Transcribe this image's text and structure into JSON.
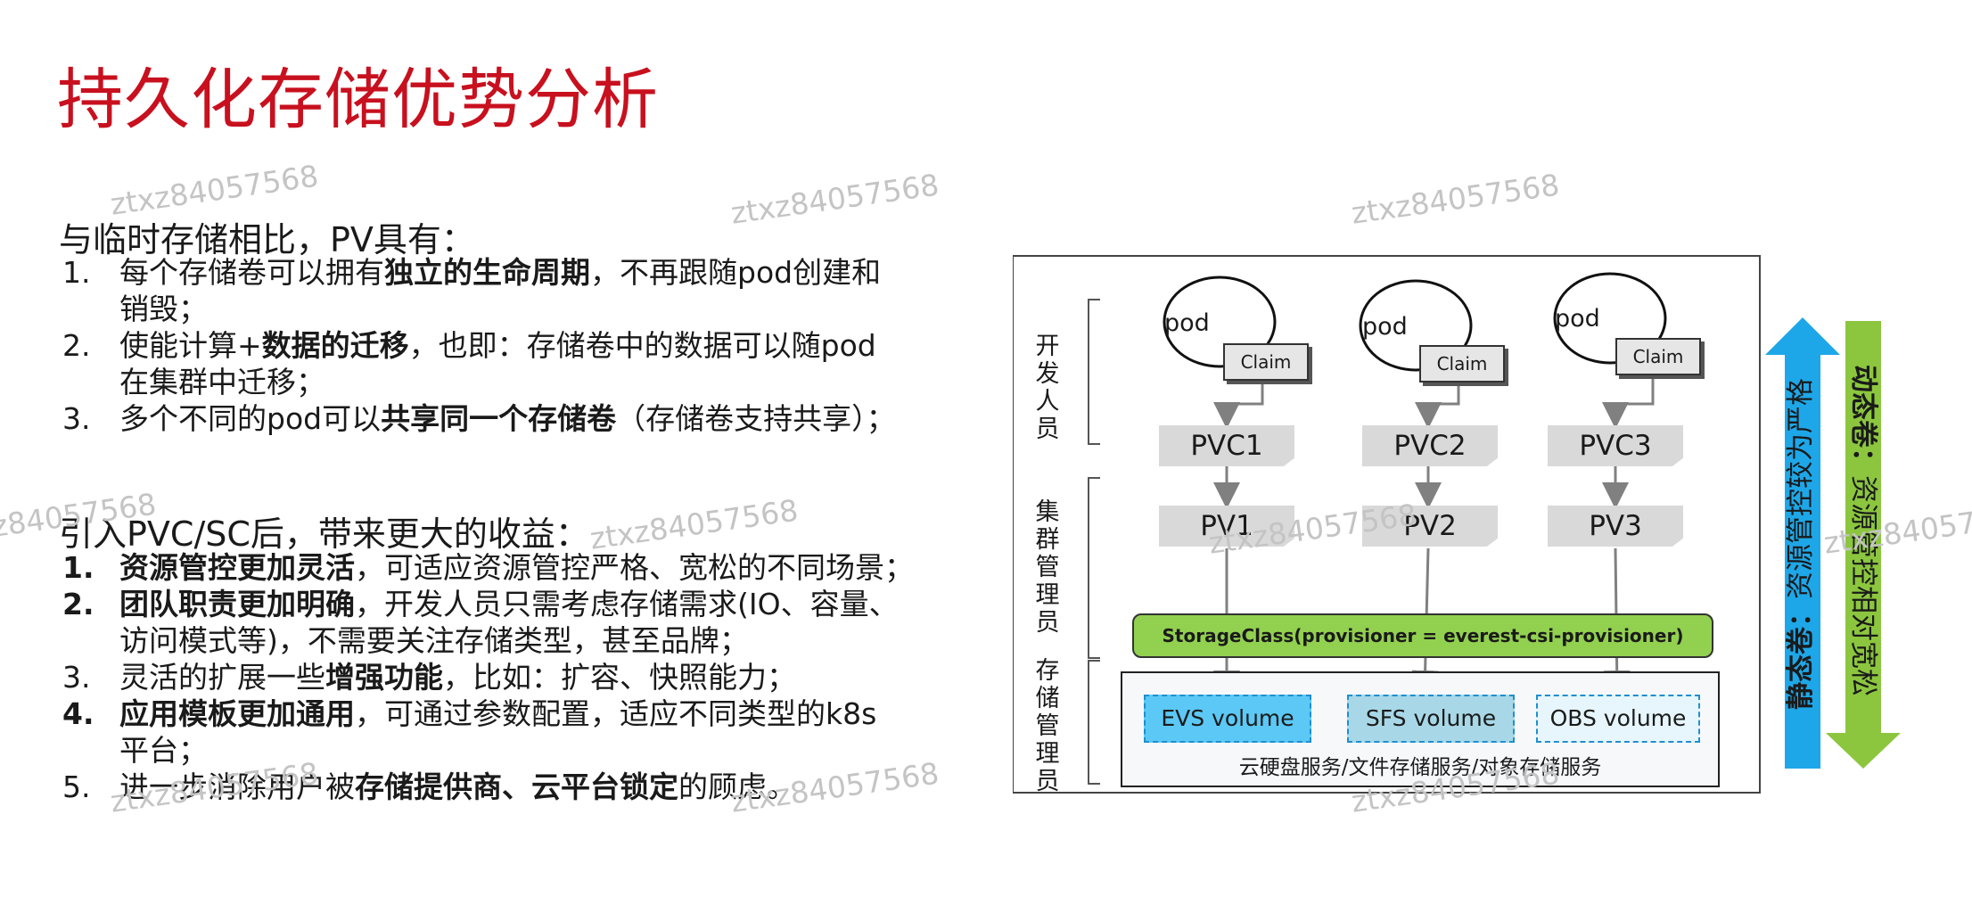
{
  "title": "持久化存储优势分析",
  "watermark": "ztxz84057568",
  "intro1": "与临时存储相比，PV具有：",
  "list1": [
    {
      "num": "1.",
      "pre": "每个存储卷可以拥有",
      "bold": "独立的生命周期",
      "post": "，不再跟随pod创建和",
      "line2": "销毁；"
    },
    {
      "num": "2.",
      "pre": "使能计算+",
      "bold": "数据的迁移",
      "post": "，也即：存储卷中的数据可以随pod",
      "line2": "在集群中迁移；"
    },
    {
      "num": "3.",
      "pre": "多个不同的pod可以",
      "bold": "共享同一个存储卷",
      "post": "（存储卷支持共享）；",
      "line2": ""
    }
  ],
  "intro2": "引入PVC/SC后，带来更大的收益：",
  "list2": [
    {
      "num": "1.",
      "pre": "",
      "bold": "资源管控更加灵活",
      "post": "，可适应资源管控严格、宽松的不同场景；",
      "line2": ""
    },
    {
      "num": "2.",
      "pre": "",
      "bold": "团队职责更加明确",
      "post": "，开发人员只需考虑存储需求(IO、容量、",
      "line2": "访问模式等)，不需要关注存储类型，甚至品牌；"
    },
    {
      "num": "3.",
      "pre": "灵活的扩展一些",
      "bold": "增强功能",
      "post": "，比如：扩容、快照能力；",
      "line2": ""
    },
    {
      "num": "4.",
      "pre": "",
      "bold": "应用模板更加通用",
      "post": "，可通过参数配置，适应不同类型的k8s",
      "line2": "平台；"
    },
    {
      "num": "5.",
      "pre": "进一步消除用户被",
      "bold": "存储提供商、云平台锁定",
      "post": "的顾虑。",
      "line2": ""
    }
  ],
  "diagram": {
    "roles": [
      "开发人员",
      "集群管理员",
      "存储管理员"
    ],
    "pods": [
      "pod",
      "pod",
      "pod"
    ],
    "claim": "Claim",
    "pvcs": [
      "PVC1",
      "PVC2",
      "PVC3"
    ],
    "pvs": [
      "PV1",
      "PV2",
      "PV3"
    ],
    "storageclass": "StorageClass(provisioner = everest-csi-provisioner)",
    "volumes": [
      "EVS volume",
      "SFS volume",
      "OBS volume"
    ],
    "storage_caption": "云硬盘服务/文件存储服务/对象存储服务"
  },
  "arrows": {
    "static_bold": "静态卷：",
    "static_text": "资源管控较为严格",
    "dynamic_bold": "动态卷：",
    "dynamic_text": "资源管控相对宽松"
  },
  "colors": {
    "title": "#c8101e",
    "storageclass": "#92d050",
    "evs": "#5bc8f5",
    "sfs": "#a8d8e8",
    "obs": "#e6f6fc",
    "static_arrow": "#1ea7e8",
    "dynamic_arrow": "#8cc63f"
  }
}
